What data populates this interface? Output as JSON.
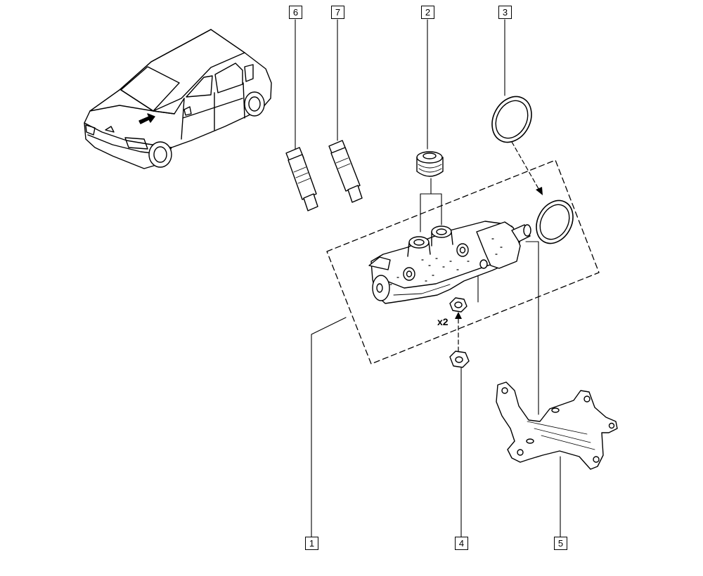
{
  "diagram": {
    "callouts": [
      {
        "id": "6",
        "label": "6"
      },
      {
        "id": "7",
        "label": "7"
      },
      {
        "id": "2",
        "label": "2"
      },
      {
        "id": "3",
        "label": "3"
      },
      {
        "id": "1",
        "label": "1"
      },
      {
        "id": "4",
        "label": "4"
      },
      {
        "id": "5",
        "label": "5"
      }
    ],
    "quantity_note": "x2",
    "parts": [
      "car-overview",
      "master-cylinder",
      "bleed-screw-6",
      "bleed-screw-7",
      "reservoir-grommet-2",
      "seal-ring-3",
      "nut-4",
      "bracket-5"
    ]
  }
}
